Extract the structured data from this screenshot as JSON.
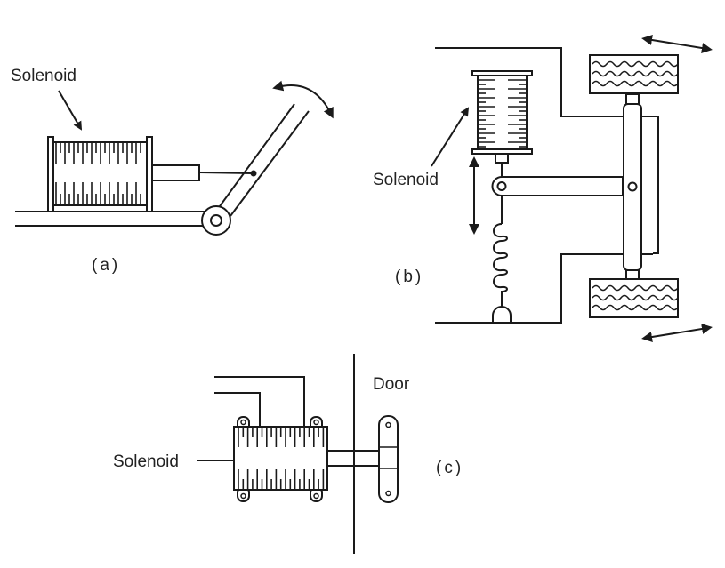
{
  "figure": {
    "panels": [
      {
        "id": "a",
        "label": "(a)",
        "callout": "Solenoid",
        "description": "Solenoid pulling a hinged lever arm"
      },
      {
        "id": "b",
        "label": "(b)",
        "callout": "Solenoid",
        "description": "Solenoid with return spring actuating steering linkage between two wheels"
      },
      {
        "id": "c",
        "label": "(c)",
        "callout": "Solenoid",
        "door_label": "Door",
        "description": "Solenoid bolt lock mounted on a door"
      }
    ],
    "colors": {
      "line": "#1a1a1a",
      "text": "#222222",
      "background": "#ffffff"
    }
  }
}
